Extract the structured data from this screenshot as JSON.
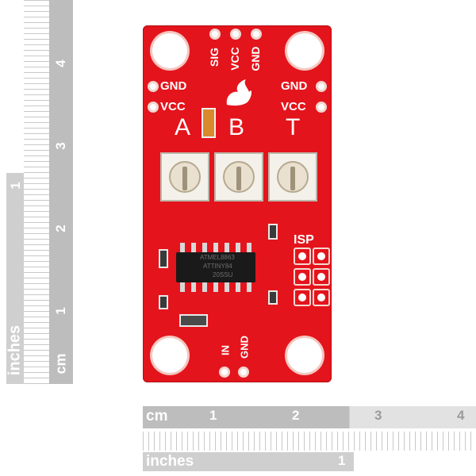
{
  "left_ruler": {
    "inches_label": "inches",
    "cm_label": "cm",
    "inch_numbers": [
      "1",
      "2",
      "3",
      "4"
    ],
    "cm_number": "1"
  },
  "bottom_ruler": {
    "cm_label": "cm",
    "cm_numbers": [
      "1",
      "2",
      "3",
      "4"
    ],
    "inches_label": "inches",
    "inch_number": "1"
  },
  "board": {
    "top_header_labels": [
      "SIG",
      "VCC",
      "GND"
    ],
    "left_labels": [
      "GND",
      "VCC"
    ],
    "right_labels": [
      "GND",
      "VCC"
    ],
    "pot_labels": [
      "A",
      "B",
      "T"
    ],
    "isp_label": "ISP",
    "bottom_labels": [
      "IN",
      "GND"
    ],
    "chip_text": [
      "ATMEL8863",
      "ATTINY84",
      "20SSU"
    ],
    "colors": {
      "pcb": "#e4141c",
      "silkscreen": "#ffffff",
      "chip": "#1a1a1a"
    }
  }
}
